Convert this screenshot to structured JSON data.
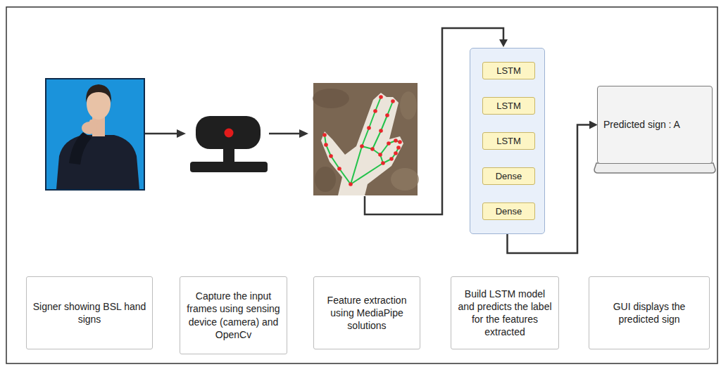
{
  "diagram": {
    "nodes": [
      {
        "text": []
      },
      {
        "text": [
          "LSTM"
        ],
        "in": 0
      },
      {
        "text": [
          "LSTM"
        ],
        "in": 0
      },
      {
        "text": [
          "LSTM"
        ],
        "in": 0
      },
      {
        "text": [
          "Dense"
        ],
        "in": 0
      },
      {
        "text": [
          "Dense"
        ],
        "in": 0
      },
      {
        "text": [
          "Predicted sign : A"
        ]
      },
      {
        "text": [
          "Signer showing BSL hand signs"
        ]
      },
      {
        "text": [
          "Capture the input frames using sensing device (camera) and OpenCv"
        ]
      },
      {
        "text": [
          "Feature extraction using MediaPipe solutions"
        ]
      },
      {
        "text": [
          "Build LSTM model and predicts the label for the features extracted"
        ]
      },
      {
        "text": [
          "GUI displays the predicted sign"
        ]
      }
    ],
    "edges": [
      {
        "from": 1,
        "to": 2,
        "arrow": "to"
      },
      {
        "from": 2,
        "to": 3,
        "arrow": "to"
      },
      {
        "from": 3,
        "to": 4,
        "arrow": "to"
      },
      {
        "from": 4,
        "to": 5,
        "arrow": "to"
      },
      {
        "from": 0,
        "to": 6,
        "arrow": "to"
      }
    ]
  }
}
